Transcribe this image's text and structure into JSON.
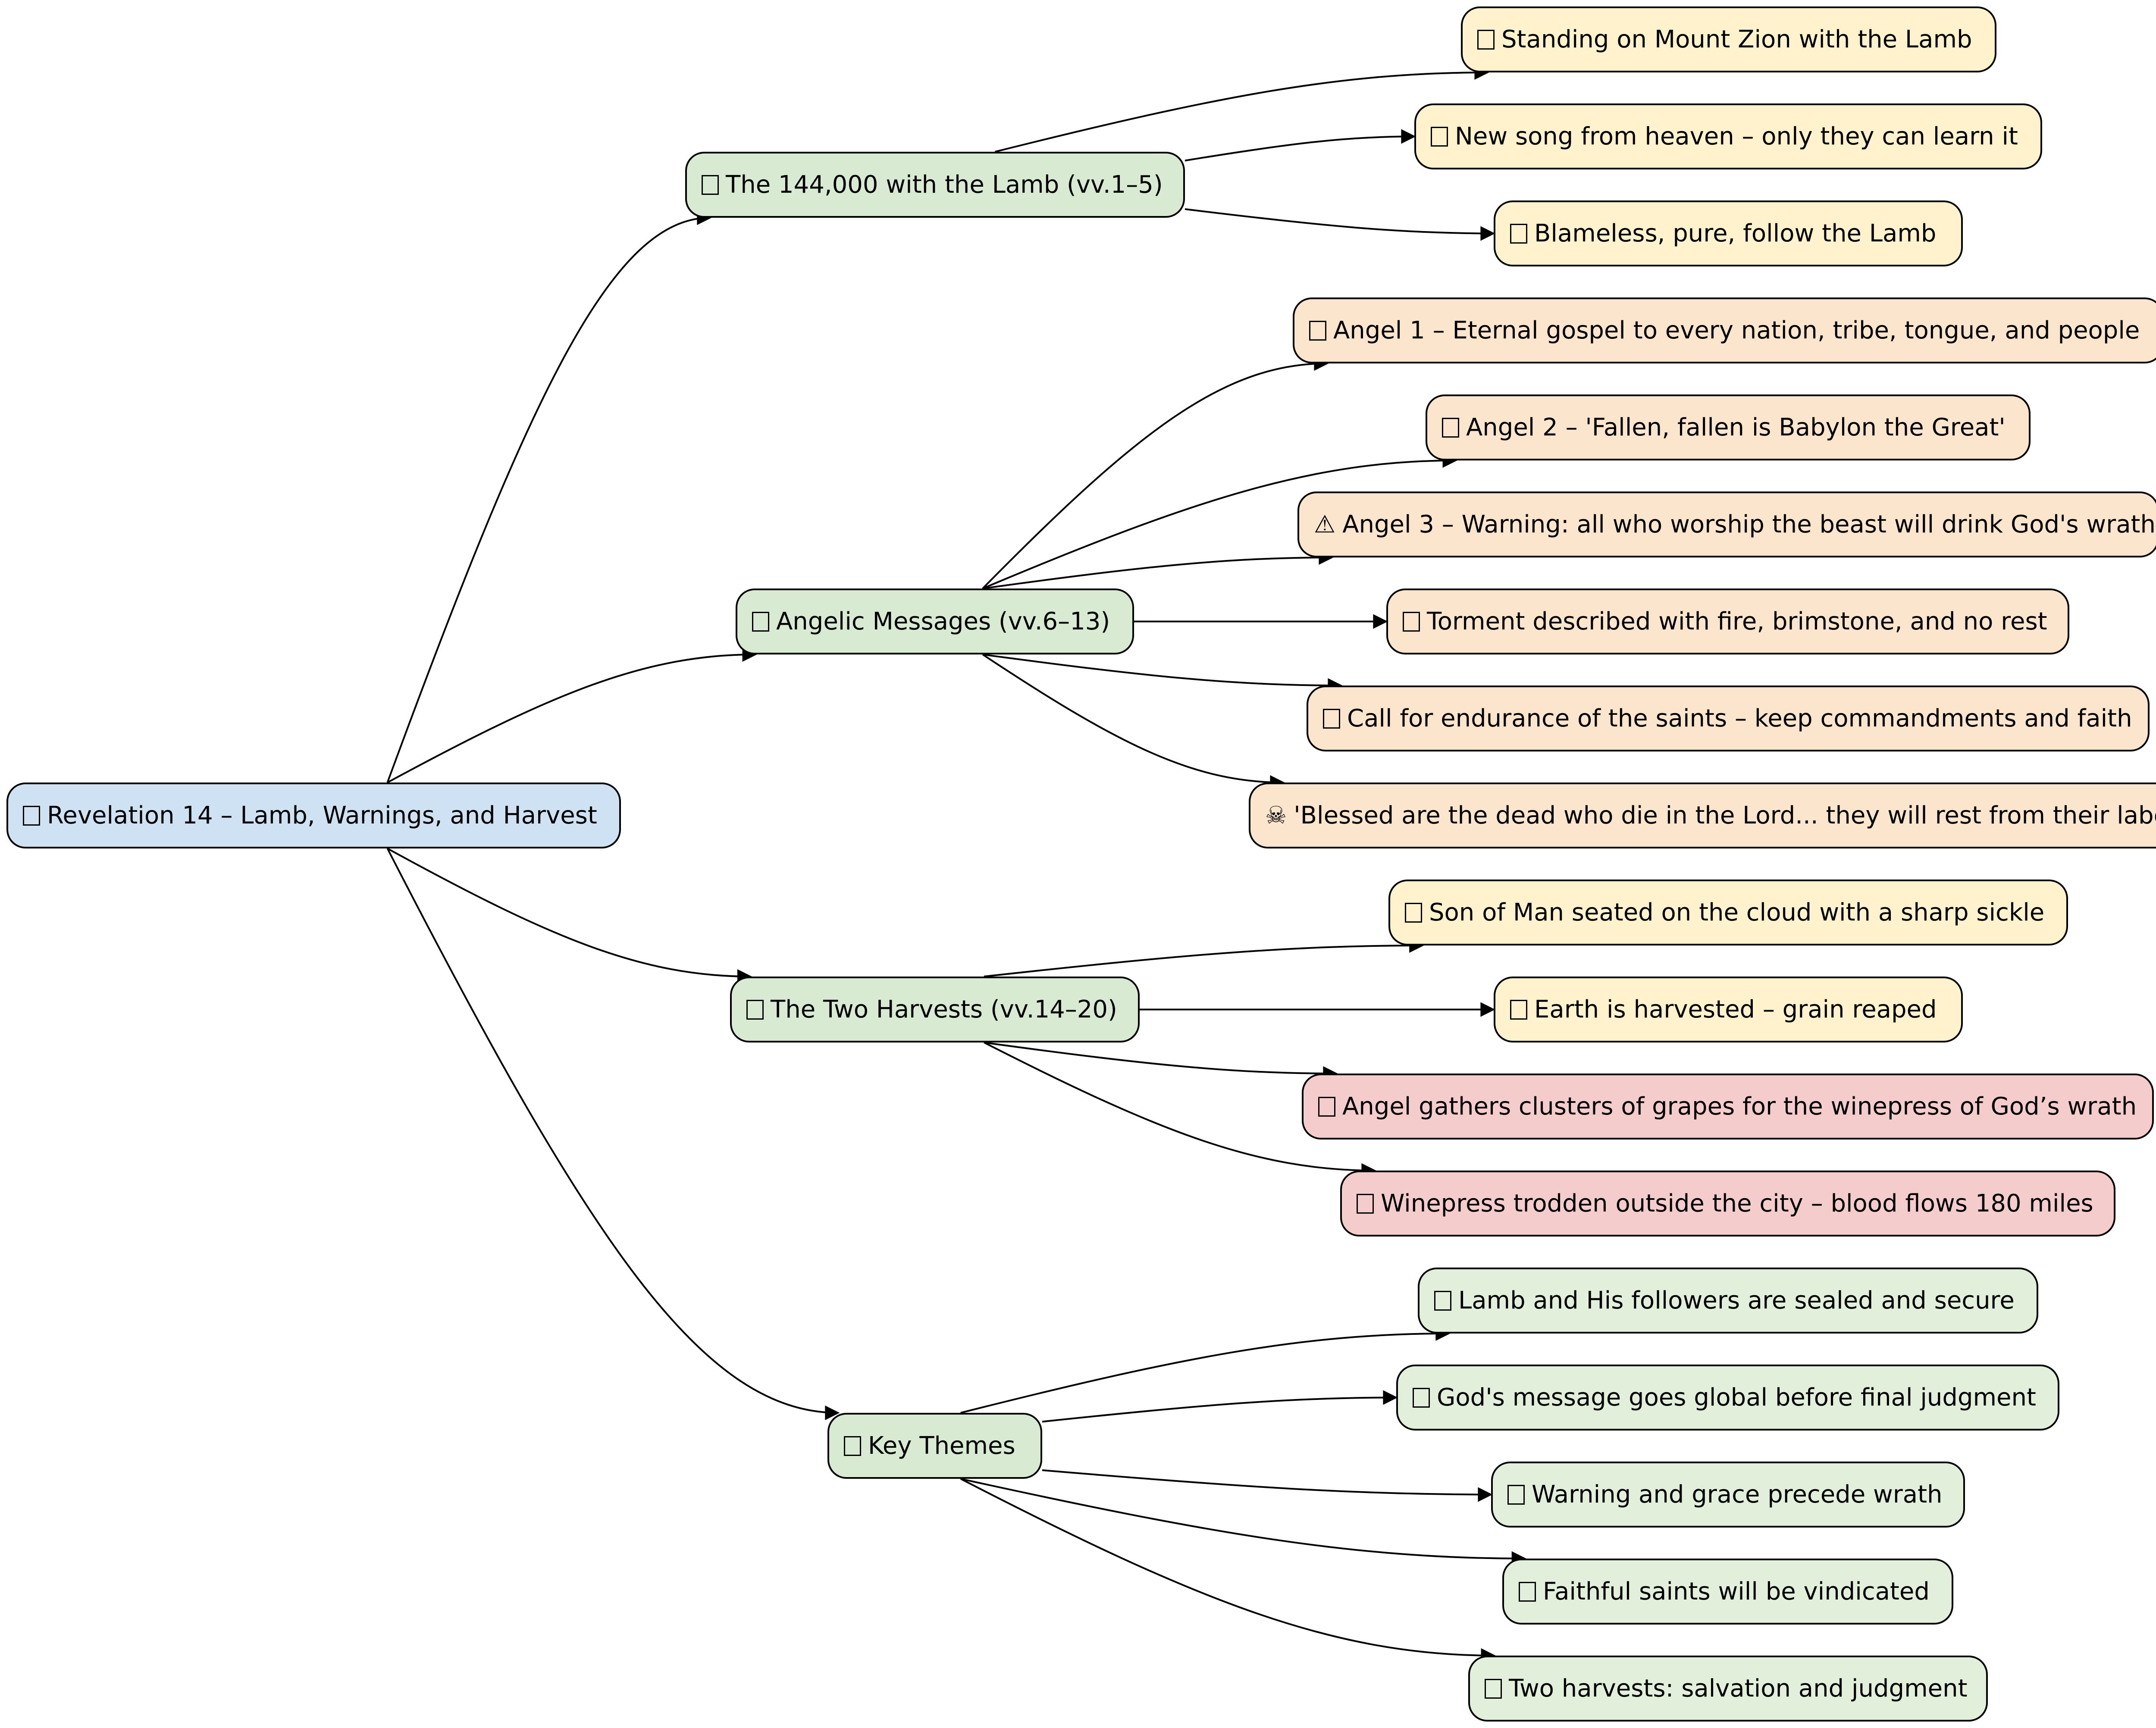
{
  "colors": {
    "root": "#cfe2f3",
    "section": "#d9ead3",
    "lamb_detail": "#fff2cc",
    "angel_detail": "#fce5cd",
    "harvest_wrath": "#f4cccc",
    "theme_detail": "#e2efda",
    "edge": "#000000"
  },
  "root": {
    "icon": "book-icon",
    "label": "Revelation 14 – Lamb, Warnings, and Harvest"
  },
  "sections": [
    {
      "icon": "lamb-icon",
      "label": "The 144,000 with the Lamb (vv.1–5)",
      "children": [
        {
          "icon": "mountain-icon",
          "label": "Standing on Mount Zion with the Lamb",
          "color": "lamb_detail"
        },
        {
          "icon": "music-note-icon",
          "label": "New song from heaven – only they can learn it",
          "color": "lamb_detail"
        },
        {
          "icon": "shield-icon",
          "label": "Blameless, pure, follow the Lamb",
          "color": "lamb_detail"
        }
      ]
    },
    {
      "icon": "megaphone-icon",
      "label": "Angelic Messages (vv.6–13)",
      "children": [
        {
          "icon": "globe-icon",
          "label": "Angel 1 – Eternal gospel to every nation, tribe, tongue, and people",
          "color": "angel_detail"
        },
        {
          "icon": "city-icon",
          "label": "Angel 2 – 'Fallen, fallen is Babylon the Great'",
          "color": "angel_detail"
        },
        {
          "icon": "warning-icon",
          "glyph": "⚠",
          "label": "Angel 3 – Warning: all who worship the beast will drink God's wrath",
          "color": "angel_detail"
        },
        {
          "icon": "fire-icon",
          "label": "Torment described with fire, brimstone, and no rest",
          "color": "angel_detail"
        },
        {
          "icon": "hands-icon",
          "label": "Call for endurance of the saints – keep commandments and faith",
          "color": "angel_detail"
        },
        {
          "icon": "skull-icon",
          "glyph": "☠",
          "label": "'Blessed are the dead who die in the Lord... they will rest from their labors'",
          "color": "angel_detail"
        }
      ]
    },
    {
      "icon": "harvest-icon",
      "label": "The Two Harvests (vv.14–20)",
      "children": [
        {
          "icon": "crown-icon",
          "label": "Son of Man seated on the cloud with a sharp sickle",
          "color": "lamb_detail"
        },
        {
          "icon": "grain-icon",
          "label": "Earth is harvested – grain reaped",
          "color": "lamb_detail"
        },
        {
          "icon": "grapes-icon",
          "label": "Angel gathers clusters of grapes for the winepress of God’s wrath",
          "color": "harvest_wrath"
        },
        {
          "icon": "drop-icon",
          "label": "Winepress trodden outside the city – blood flows 180 miles",
          "color": "harvest_wrath"
        }
      ]
    },
    {
      "icon": "brain-icon",
      "label": "Key Themes",
      "children": [
        {
          "icon": "seal-icon",
          "label": "Lamb and His followers are sealed and secure",
          "color": "theme_detail"
        },
        {
          "icon": "megaphone-icon",
          "label": "God's message goes global before final judgment",
          "color": "theme_detail"
        },
        {
          "icon": "alarm-icon",
          "label": "Warning and grace precede wrath",
          "color": "theme_detail"
        },
        {
          "icon": "hands-icon",
          "label": "Faithful saints will be vindicated",
          "color": "theme_detail"
        },
        {
          "icon": "grain-icon",
          "label": "Two harvests: salvation and judgment",
          "color": "theme_detail"
        }
      ]
    }
  ]
}
